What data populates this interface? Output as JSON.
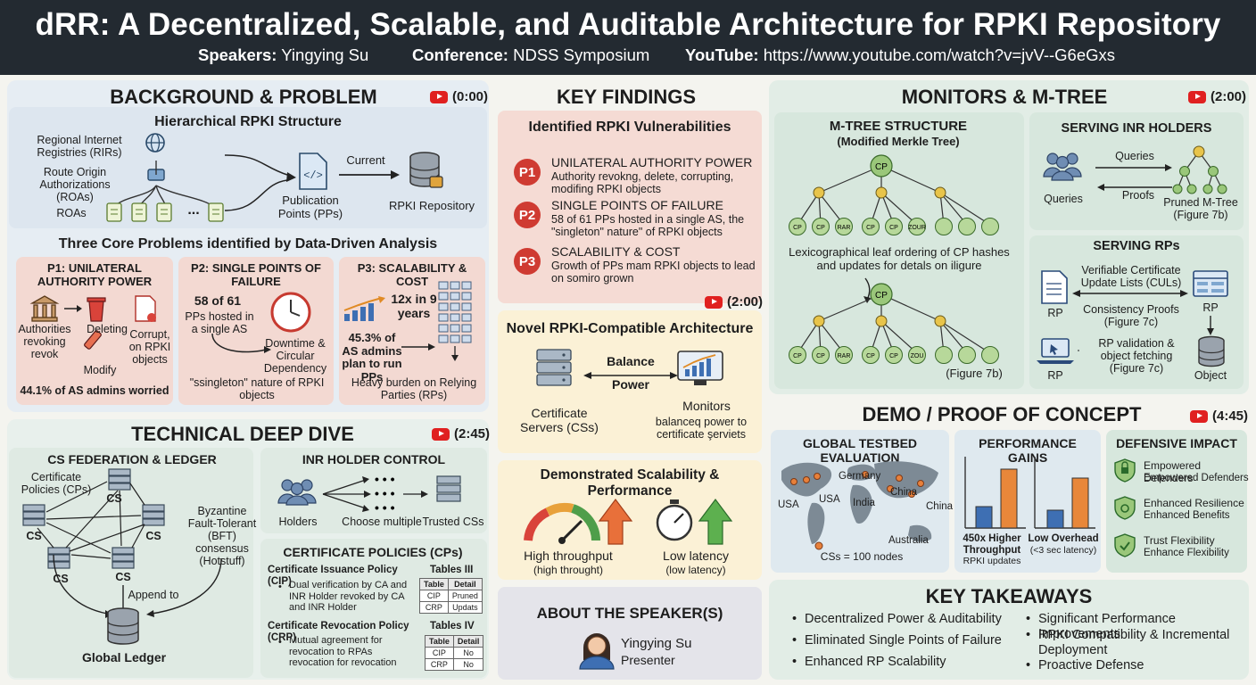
{
  "header": {
    "title": "dRR: A Decentralized, Scalable, and Auditable Architecture for RPKI Repository",
    "speakers_label": "Speakers:",
    "speakers": "Yingying Su",
    "conference_label": "Conference:",
    "conference": "NDSS Symposium",
    "youtube_label": "YouTube:",
    "youtube_url": "https://www.youtube.com/watch?v=jvV--G6eGxs"
  },
  "background": {
    "title": "BACKGROUND & PROBLEM",
    "time": "(0:00)",
    "hier_title": "Hierarchical RPKI Structure",
    "rirs": "Regional Internet Registries (RIRs)",
    "roas_auth": "Route Origin Authorizations (ROAs)",
    "roas": "ROAs",
    "dots": "...",
    "pps": "Publication Points (PPs)",
    "current": "Current",
    "repo": "RPKI Repository",
    "core_title": "Three Core Problems identified by Data-Driven Analysis",
    "p1": {
      "title": "P1: UNILATERAL AUTHORITY POWER",
      "a": "Authorities revoking revok",
      "b": "Deleting",
      "c": "Corrupt, on RPKI objects",
      "d": "Modify",
      "stat": "44.1% of AS admins worried"
    },
    "p2": {
      "title": "P2: SINGLE POINTS OF FAILURE",
      "a": "58 of 61",
      "b": "PPs hosted in a single AS",
      "c": "Downtime & Circular Dependency",
      "d": "\"ssingleton\" nature of RPKI objects"
    },
    "p3": {
      "title": "P3: SCALABILITY & COST",
      "a": "12x in 9 years",
      "b": "45.3% of AS admins plan to run PPs",
      "c": "Heavy burden on Relying Parties (RPs)"
    }
  },
  "deep": {
    "title": "TECHNICAL DEEP DIVE",
    "time": "(2:45)",
    "fed_title": "CS FEDERATION & LEDGER",
    "cps": "Certificate Policies (CPs)",
    "cs": "CS",
    "bft": "Byzantine Fault-Tolerant (BFT) consensus (Hotstuff)",
    "append": "Append to",
    "ledger": "Global Ledger",
    "inr_title": "INR HOLDER CONTROL",
    "holders": "Holders",
    "choose": "Choose multiple",
    "trusted": "Trusted CSs",
    "cp_title": "CERTIFICATE POLICIES (CPs)",
    "cip_title": "Certificate Issuance Policy (CIP)",
    "cip_text": "Dual verification by CA and INR Holder revoked by CA and INR Holder",
    "t3": "Tables III",
    "t3_rows": [
      [
        "Table",
        "Detail"
      ],
      [
        "CIP",
        "Pruned"
      ],
      [
        "CRP",
        "Updats"
      ]
    ],
    "crp_title": "Certificate Revocation Policy (CRP)",
    "crp_text": "Mutual agreement for revocation to RPAs revocation for revocation",
    "t4": "Tables IV",
    "t4_rows": [
      [
        "Table",
        "Detail"
      ],
      [
        "CIP",
        "No"
      ],
      [
        "CRP",
        "No"
      ]
    ]
  },
  "findings": {
    "title": "KEY FINDINGS",
    "vuln_title": "Identified RPKI Vulnerabilities",
    "items": [
      {
        "badge": "P1",
        "title": "UNILATERAL AUTHORITY POWER",
        "text": "Authority revokng, delete, corrupting, modifing RPKI objects"
      },
      {
        "badge": "P2",
        "title": "SINGLE POINTS OF FAILURE",
        "text": "58 of 61 PPs hosted in a single AS, the \"singleton\" nature\" of RPKI objects"
      },
      {
        "badge": "P3",
        "title": "SCALABILITY & COST",
        "text": "Growth of PPs mam RPKI objects to lead on somiro grown"
      }
    ],
    "time": "(2:00)",
    "novel_title": "Novel RPKI-Compatible Architecture",
    "balance": "Balance",
    "power": "Power",
    "cert_servers": "Certificate Servers (CSs)",
    "monitors": "Monitors",
    "monitors_sub": "balanceq power to certificate şerviets",
    "scal_title": "Demonstrated Scalability & Performance",
    "high": "High throughput",
    "high_sub": "(high throught)",
    "low": "Low latency",
    "low_sub": "(low latency)",
    "speaker_title": "ABOUT THE SPEAKER(S)",
    "speaker_name": "Yingying Su",
    "speaker_role": "Presenter"
  },
  "monitors": {
    "title": "MONITORS & M-TREE",
    "time": "(2:00)",
    "mtree_title": "M-TREE STRUCTURE",
    "mtree_sub": "(Modified Merkle Tree)",
    "cp": "CP",
    "leaves1": [
      "CP",
      "CP",
      "RAR",
      "CP",
      "CP",
      "ZOUR"
    ],
    "leaves2": [
      "CP",
      "CP",
      "RAR",
      "CP",
      "CP",
      "ZOU"
    ],
    "lex": "Lexicographical leaf ordering of CP hashes and updates for detals on iligure",
    "fig7b": "(Figure 7b)",
    "inr_title": "SERVING INR HOLDERS",
    "queries_top": "Queries",
    "queries": "Queries",
    "proofs": "Proofs",
    "pruned": "Pruned M-Tree (Figure 7b)",
    "rps_title": "SERVING RPs",
    "cul": "Verifiable Certificate Update Lists (CULs)",
    "rp": "RP",
    "consistency": "Consistency Proofs (Figure 7c)",
    "validation": "RP validation & object fetching (Figure 7c)",
    "object": "Object"
  },
  "demo": {
    "title": "DEMO / PROOF OF CONCEPT",
    "time": "(4:45)",
    "global_title": "GLOBAL TESTBED EVALUATION",
    "labels": [
      "USA",
      "USA",
      "Germany",
      "India",
      "China",
      "China",
      "Australia"
    ],
    "css": "CSs = 100 nodes",
    "perf_title": "PERFORMANCE GAINS",
    "perf_a": "450x Higher Throughput",
    "perf_a_sub": "RPKI updates",
    "perf_b": "Low Overhead",
    "perf_b_sub": "(<3 sec latency)",
    "def_title": "DEFENSIVE IMPACT",
    "def": [
      {
        "title": "Empowered Defenders",
        "sub": "Empowered Defenders"
      },
      {
        "title": "Enhanced Resilience",
        "sub": "Enhanced Benefits"
      },
      {
        "title": "Trust Flexibility",
        "sub": "Enhance Flexibility"
      }
    ]
  },
  "takeaways": {
    "title": "KEY TAKEAWAYS",
    "left": [
      "Decentralized Power & Auditability",
      "Eliminated Single Points of Failure",
      "Enhanced RP Scalability"
    ],
    "right": [
      "Significant Performance Improvements",
      "RPKI Compatibility & Incremental Deployment",
      "Proactive Defense"
    ]
  },
  "colors": {
    "header": "#232a31",
    "blue": "#e3ebf2",
    "pink": "#f5ddd7",
    "green": "#e2ede6",
    "yellow": "#fbf1d6",
    "red": "#cf3b32"
  }
}
